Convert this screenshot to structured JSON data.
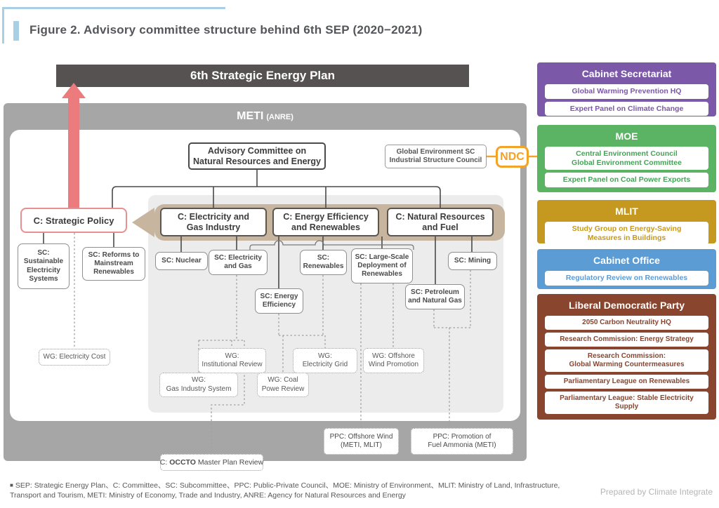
{
  "figure_title": "Figure 2. Advisory committee structure behind 6th SEP (2020−2021)",
  "sep_bar": {
    "label": "6th Strategic Energy Plan"
  },
  "meti": {
    "name": "METI",
    "agency": "(ANRE)"
  },
  "chart": {
    "advisory_committee": "Advisory Committee on\nNatural Resources and Energy",
    "global_env_council": "Global Environment SC\nIndustrial Structure Council",
    "ndc_label": "NDC",
    "strategic_policy": "C: Strategic Policy",
    "committee_electricity_gas": "C: Electricity and\nGas Industry",
    "committee_energy_efficiency": "C: Energy Efficiency\nand Renewables",
    "committee_natural_resources": "C: Natural Resources\nand Fuel",
    "sc_sustainable": "SC:\nSustainable\nElectricity\nSystems",
    "sc_reforms": "SC: Reforms to\nMainstream\nRenewables",
    "sc_nuclear": "SC: Nuclear",
    "sc_electricity_gas": "SC: Electricity\nand Gas",
    "sc_renewables": "SC:\nRenewables",
    "sc_large_scale": "SC: Large-Scale\nDeployment of\nRenewables",
    "sc_mining": "SC: Mining",
    "sc_energy_efficiency": "SC: Energy\nEfficiency",
    "sc_petroleum": "SC: Petroleum\nand Natural Gas",
    "wg_electricity_cost": "WG: Electricity Cost",
    "wg_institutional_review": "WG:\nInstitutional Review",
    "wg_electricity_grid": "WG:\nElectricity Grid",
    "wg_offshore_wind": "WG: Offshore\nWind Promotion",
    "wg_gas_industry": "WG:\nGas Industry System",
    "wg_coal_power": "WG: Coal\nPowe Review",
    "ppc_offshore_wind": "PPC: Offshore Wind\n(METI, MLIT)",
    "ppc_fuel_ammonia": "PPC: Promotion of\nFuel Ammonia (METI)",
    "occto": {
      "prefix": "C: ",
      "bold": "OCCTO",
      "suffix": " Master Plan Review"
    }
  },
  "sidebar": {
    "cabinet_secretariat": {
      "title": "Cabinet Secretariat",
      "color": "#7b58a8",
      "items": [
        "Global Warming Prevention HQ",
        "Expert Panel on Climate Change"
      ]
    },
    "moe": {
      "title": "MOE",
      "color": "#5bb464",
      "items": [
        "Central Environment Council\nGlobal Environment Committee",
        "Expert Panel on Coal Power Exports"
      ]
    },
    "mlit": {
      "title": "MLIT",
      "color": "#c5991f",
      "items": [
        "Study Group on Energy-Saving\nMeasures in Buildings"
      ]
    },
    "cabinet_office": {
      "title": "Cabinet Office",
      "color": "#5b9cd5",
      "items": [
        "Regulatory Review on Renewables"
      ]
    },
    "ldp": {
      "title": "Liberal Democratic Party",
      "color": "#8a452e",
      "items": [
        "2050 Carbon Neutrality HQ",
        "Research Commission: Energy Strategy",
        "Research Commission:\nGlobal Warming Countermeasures",
        "Parliamentary League on Renewables",
        "Parliamentary League: Stable Electricity Supply"
      ]
    }
  },
  "footnote": {
    "bullet": "■",
    "text": "SEP: Strategic Energy Plan、C: Committee、SC: Subcommittee、PPC: Public-Private Council、MOE: Ministry of Environment、MLIT: Ministry of Land, Infrastructure, Transport and Tourism, METI: Ministry of Economy, Trade and Industry,  ANRE: Agency for Natural Resources and Energy"
  },
  "credit": "Prepared by Climate Integrate",
  "accent_colors": {
    "pink_arrow": "#ec7b7d",
    "tan_arrow": "#c8b5a0",
    "ndc_orange": "#f2a32a",
    "title_blue": "#a9cfe6",
    "meti_gray": "#a6a6a6"
  }
}
